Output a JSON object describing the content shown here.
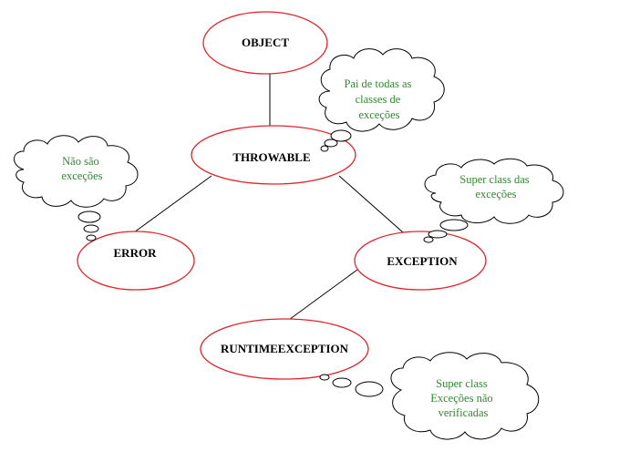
{
  "diagram": {
    "nodes": [
      {
        "id": "object",
        "label": "OBJECT"
      },
      {
        "id": "throwable",
        "label": "THROWABLE"
      },
      {
        "id": "error",
        "label": "ERROR"
      },
      {
        "id": "exception",
        "label": "EXCEPTION"
      },
      {
        "id": "runtimeexception",
        "label": "RUNTIMEEXCEPTION"
      }
    ],
    "edges": [
      {
        "from": "object",
        "to": "throwable"
      },
      {
        "from": "throwable",
        "to": "error"
      },
      {
        "from": "throwable",
        "to": "exception"
      },
      {
        "from": "exception",
        "to": "runtimeexception"
      }
    ],
    "callouts": [
      {
        "id": "throwable-note",
        "lines": [
          "Pai de todas as",
          "classes de",
          "exceções"
        ]
      },
      {
        "id": "error-note",
        "lines": [
          "Não são",
          "exceções"
        ]
      },
      {
        "id": "exception-note",
        "lines": [
          "Super class das",
          "exceções"
        ]
      },
      {
        "id": "runtime-note",
        "lines": [
          "Super class",
          "Exceções não",
          "verificadas"
        ]
      }
    ],
    "colors": {
      "node_border": "#e0242a",
      "callout_text": "#2f8a2f",
      "edge": "#000000"
    }
  }
}
